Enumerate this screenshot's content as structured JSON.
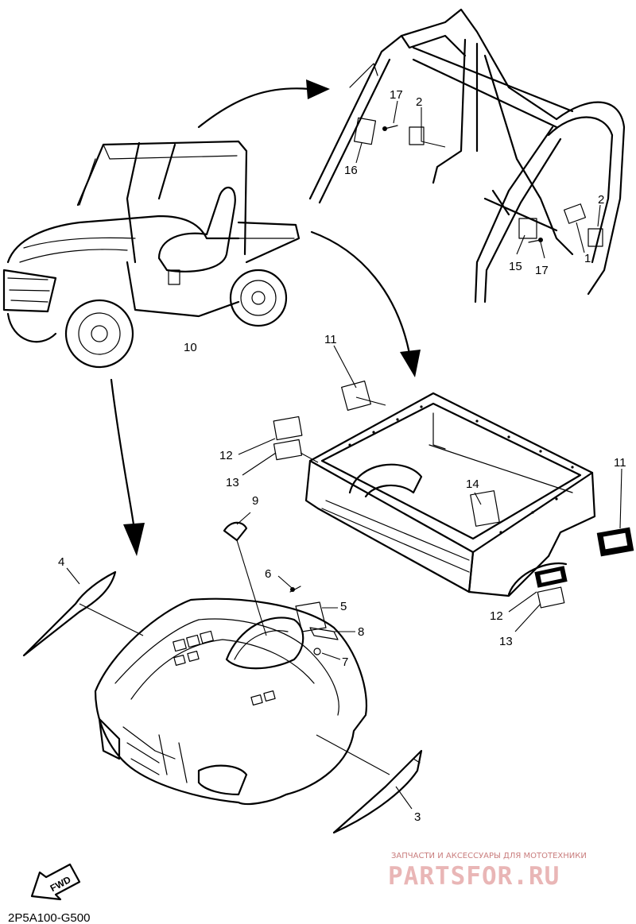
{
  "diagram": {
    "code": "2P5A100-G500",
    "fwd_label": "FWD",
    "parts": {
      "p1": "1",
      "p2a": "2",
      "p2b": "2",
      "p3": "3",
      "p4": "4",
      "p5": "5",
      "p6": "6",
      "p7": "7",
      "p8": "8",
      "p9": "9",
      "p10": "10",
      "p11a": "11",
      "p11b": "11",
      "p12a": "12",
      "p12b": "12",
      "p13a": "13",
      "p13b": "13",
      "p14": "14",
      "p15": "15",
      "p16": "16",
      "p17a": "17",
      "p17b": "17"
    }
  },
  "watermark": {
    "tagline": "ЗАПЧАСТИ И АКСЕССУАРЫ ДЛЯ МОТОТЕХНИКИ",
    "logo": "PARTSFOR.RU"
  }
}
